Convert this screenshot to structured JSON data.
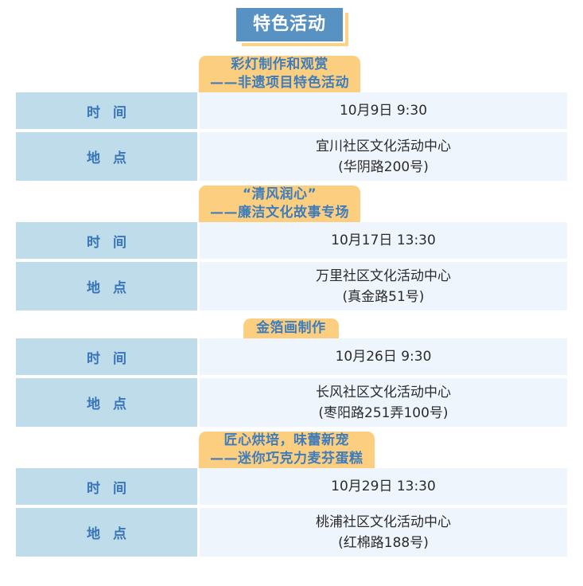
{
  "header": {
    "title": "特色活动",
    "box_color": "#5892c2",
    "shadow_color": "#fbd28a",
    "text_color": "#ffffff"
  },
  "theme": {
    "tab_bg": "#fccf80",
    "tab_text": "#3f7cbb",
    "label_bg": "#bfdcea",
    "label_text": "#3875b8",
    "value_bg": "#eff5fd",
    "value_text": "#2b2b2b",
    "page_bg": "#ffffff"
  },
  "labels": {
    "time": "时 间",
    "place": "地 点"
  },
  "events": [
    {
      "title_line1": "彩灯制作和观赏",
      "title_line2": "——非遗项目特色活动",
      "time": "10月9日 9:30",
      "place_name": "宜川社区文化活动中心",
      "place_address": "(华阴路200号)"
    },
    {
      "title_line1": "“清风润心”",
      "title_line2": "——廉洁文化故事专场",
      "time": "10月17日 13:30",
      "place_name": "万里社区文化活动中心",
      "place_address": "(真金路51号)"
    },
    {
      "title_line1": "金箔画制作",
      "title_line2": "",
      "time": "10月26日 9:30",
      "place_name": "长风社区文化活动中心",
      "place_address": "(枣阳路251弄100号)"
    },
    {
      "title_line1": "匠心烘培，味蕾新宠",
      "title_line2": "——迷你巧克力麦芬蛋糕",
      "time": "10月29日 13:30",
      "place_name": "桃浦社区文化活动中心",
      "place_address": "(红棉路188号)"
    }
  ]
}
